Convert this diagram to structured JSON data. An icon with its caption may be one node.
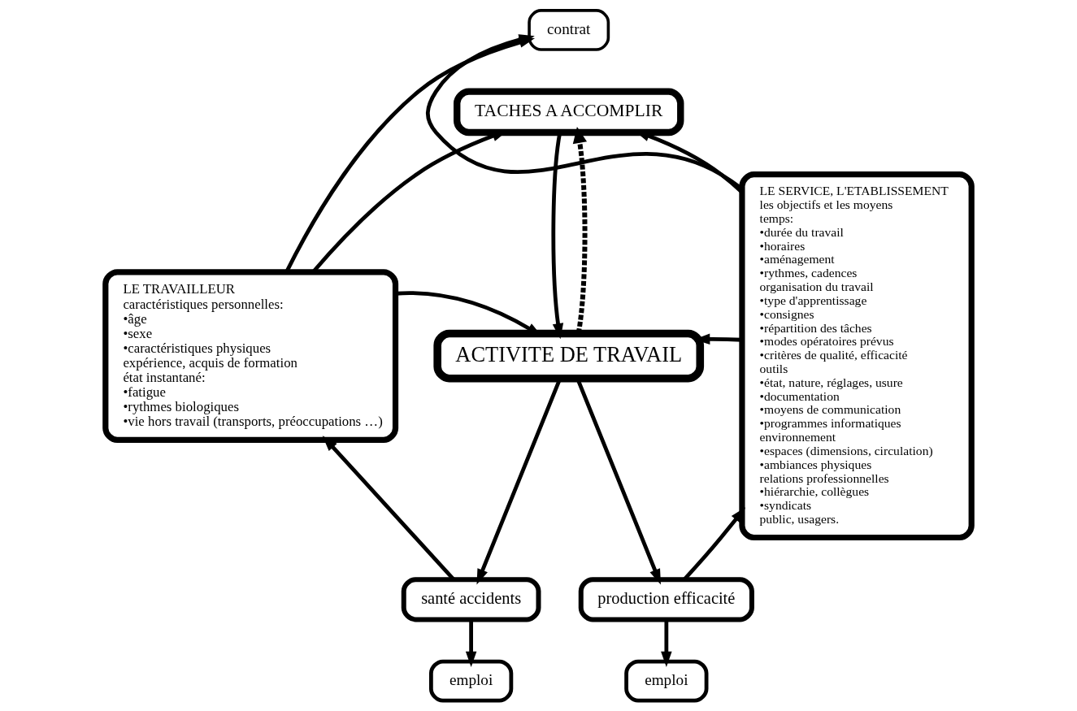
{
  "diagram": {
    "nodes": [
      {
        "text": [
          "LE TRAVAILLEUR",
          "caractéristiques personnelles:",
          "•âge",
          "•sexe",
          "•caractéristiques physiques",
          "expérience, acquis de formation",
          "état instantané:",
          "•fatigue",
          "•rythmes biologiques",
          "•vie hors travail (transports, préoccupations …)"
        ]
      },
      {
        "text": [
          "LE SERVICE, L'ETABLISSEMENT",
          "les objectifs et les moyens",
          "temps:",
          "•durée du travail",
          "•horaires",
          "•aménagement",
          "•rythmes, cadences",
          "organisation du travail",
          "•type d'apprentissage",
          "•consignes",
          "•répartition des tâches",
          "•modes opératoires prévus",
          "•critères de qualité, efficacité",
          "outils",
          "•état, nature, réglages, usure",
          "•documentation",
          "•moyens de communication",
          "•programmes informatiques",
          "environnement",
          "•espaces (dimensions, circulation)",
          "•ambiances physiques",
          "relations professionnelles",
          "•hiérarchie, collègues",
          "•syndicats",
          "public, usagers."
        ]
      },
      {
        "text": [
          "contrat"
        ]
      },
      {
        "text": [
          "TACHES A ACCOMPLIR"
        ]
      },
      {
        "text": [
          "ACTIVITE DE TRAVAIL"
        ]
      },
      {
        "text": [
          "santé accidents"
        ]
      },
      {
        "text": [
          "production efficacité"
        ]
      },
      {
        "text": [
          "emploi"
        ]
      },
      {
        "text": [
          "emploi"
        ]
      }
    ],
    "edges": [
      {
        "from": 0,
        "to": 2,
        "arrow": "to"
      },
      {
        "from": 1,
        "to": 2,
        "arrow": "to"
      },
      {
        "from": 0,
        "to": 3,
        "arrow": "to"
      },
      {
        "from": 1,
        "to": 3,
        "arrow": "to"
      },
      {
        "from": 3,
        "to": 4,
        "arrow": "to"
      },
      {
        "from": 4,
        "to": 3,
        "arrow": "to",
        "style": "dashed"
      },
      {
        "from": 0,
        "to": 4,
        "arrow": "to"
      },
      {
        "from": 1,
        "to": 4,
        "arrow": "to"
      },
      {
        "from": 4,
        "to": 5,
        "arrow": "to"
      },
      {
        "from": 4,
        "to": 6,
        "arrow": "to"
      },
      {
        "from": 5,
        "to": 0,
        "arrow": "to"
      },
      {
        "from": 6,
        "to": 1,
        "arrow": "to"
      },
      {
        "from": 5,
        "to": 7,
        "arrow": "to"
      },
      {
        "from": 6,
        "to": 8,
        "arrow": "to"
      }
    ]
  }
}
